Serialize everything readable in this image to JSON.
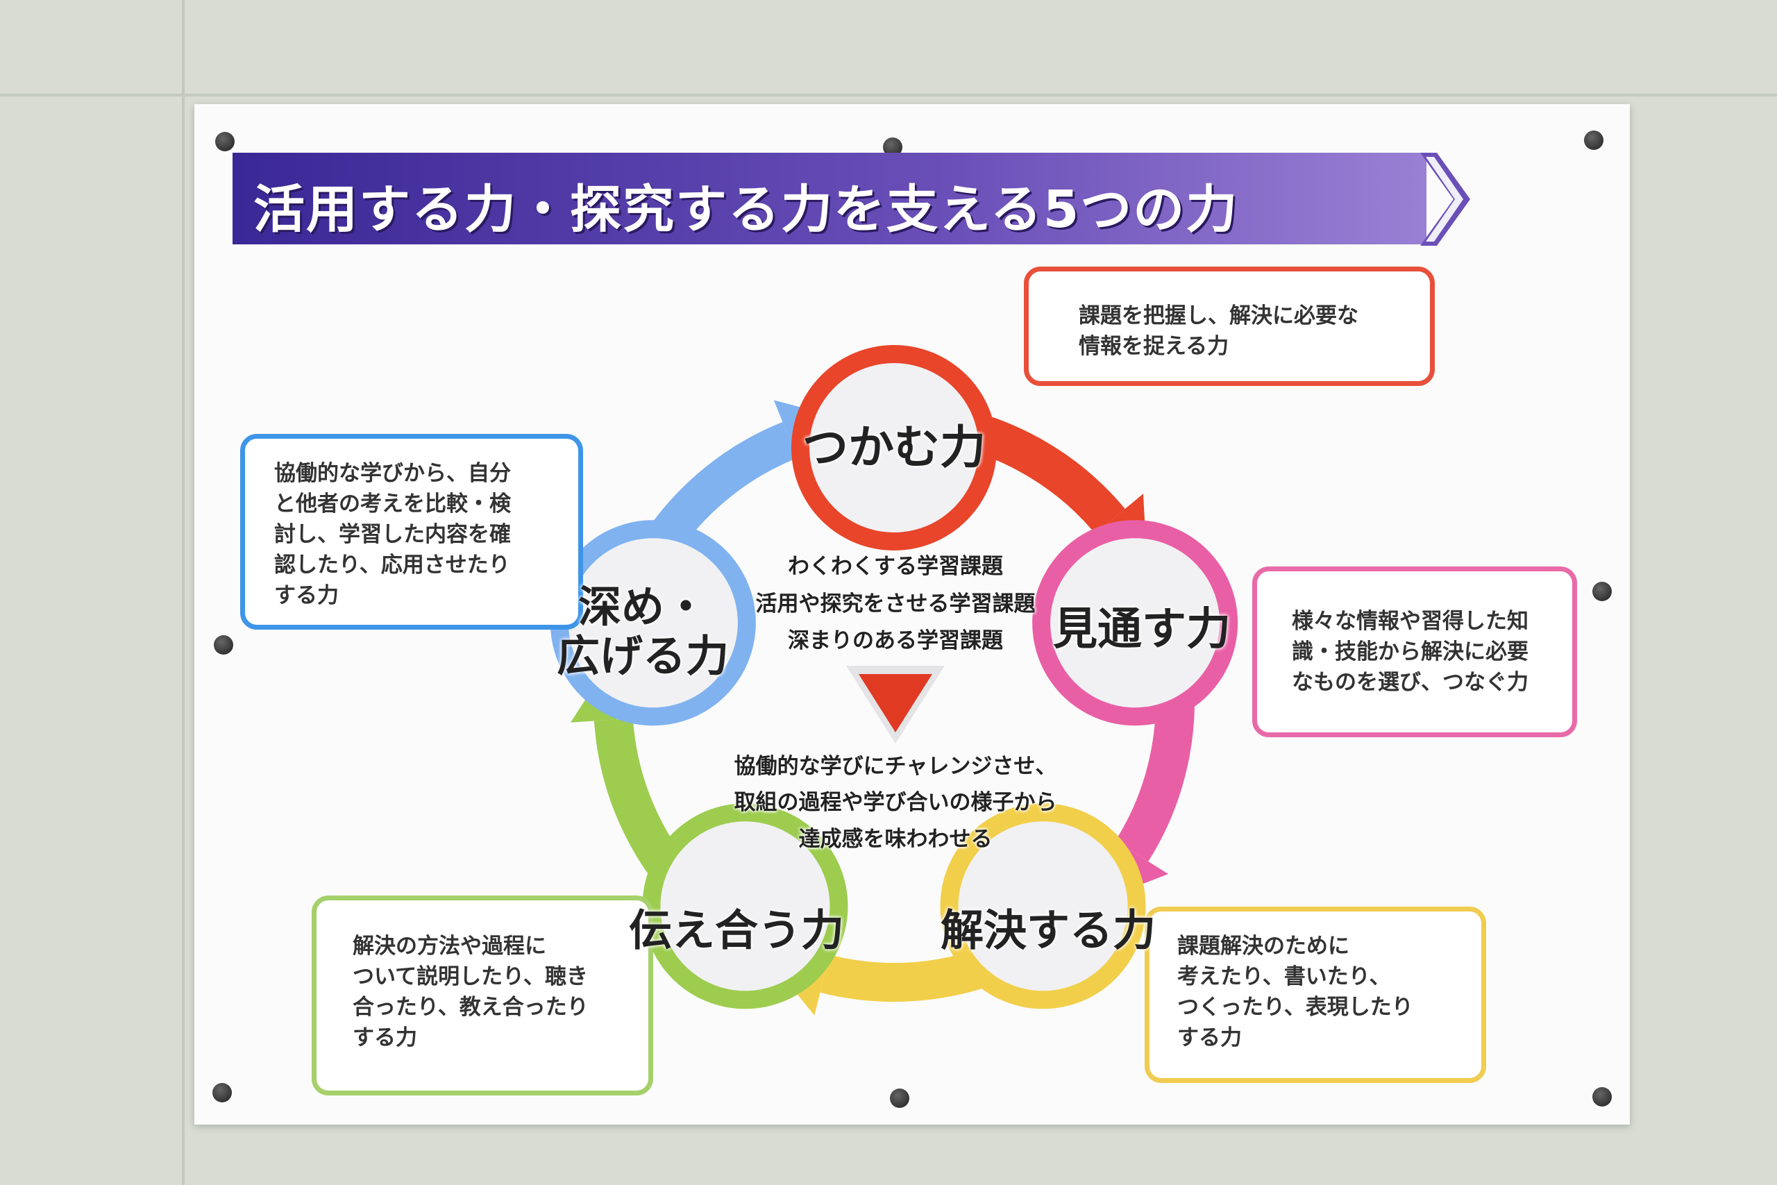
{
  "title": "活用する力・探究する力を支える5つの力",
  "colors": {
    "grasp": "#e8452a",
    "foresee": "#e95fa5",
    "solve": "#f2cf4a",
    "communicate": "#9dcc4f",
    "deepen": "#80b2f0",
    "banner": "#4a3aa6"
  },
  "powers": [
    {
      "label": "つかむ力",
      "description": [
        "課題を把握し、解決に必要な",
        "情報を捉える力"
      ]
    },
    {
      "label": "見通す力",
      "description": [
        "様々な情報や習得した知",
        "識・技能から解決に必要",
        "なものを選び、つなぐ力"
      ]
    },
    {
      "label": "解決する力",
      "description": [
        "課題解決のために",
        "考えたり、書いたり、",
        "つくったり、表現したり",
        "する力"
      ]
    },
    {
      "label": "伝え合う力",
      "description": [
        "解決の方法や過程に",
        "ついて説明したり、聴き",
        "合ったり、教え合ったり",
        "する力"
      ]
    },
    {
      "label_lines": [
        "深め・",
        "広げる力"
      ],
      "description": [
        "協働的な学びから、自分",
        "と他者の考えを比較・検",
        "討し、学習した内容を確",
        "認したり、応用させたり",
        "する力"
      ]
    }
  ],
  "center_top": [
    "わくわくする学習課題",
    "活用や探究をさせる学習課題",
    "深まりのある学習課題"
  ],
  "center_bottom": [
    "協働的な学びにチャレンジさせ、",
    "取組の過程や学び合いの様子から",
    "達成感を味わわせる"
  ]
}
